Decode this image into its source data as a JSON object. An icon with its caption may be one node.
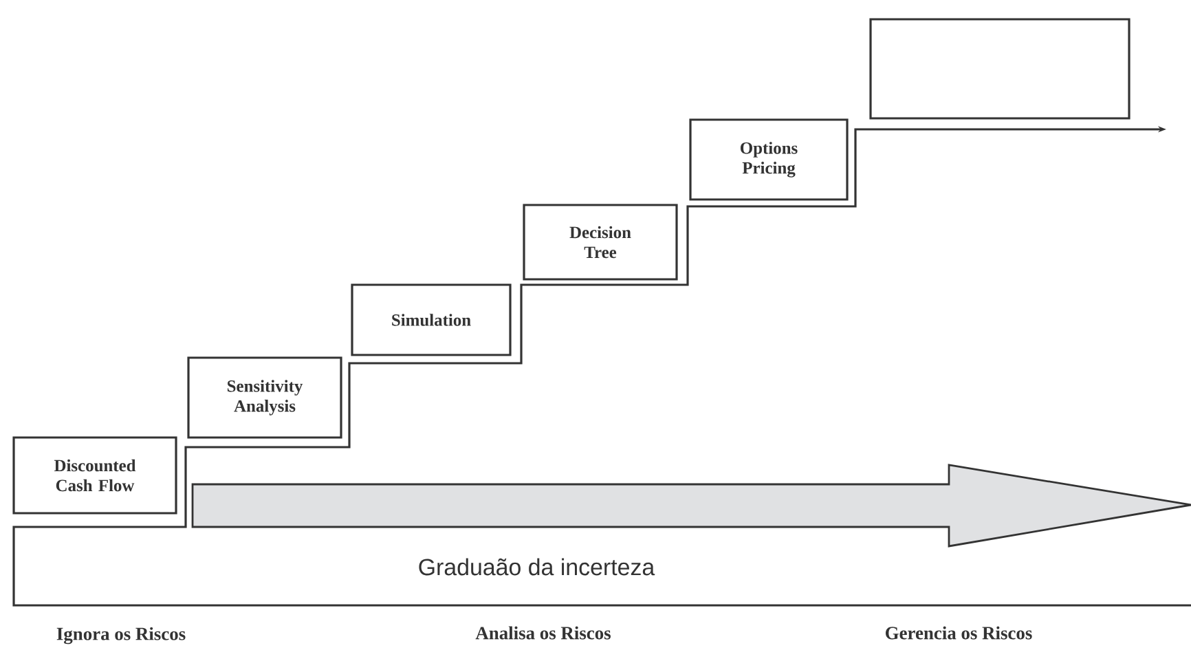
{
  "diagram": {
    "nodes": [
      {
        "text": [
          "Discounted Cash Flow"
        ]
      },
      {
        "text": [
          "Sensitivity Analysis"
        ]
      },
      {
        "text": [
          "Simulation"
        ]
      },
      {
        "text": [
          "Decision Tree"
        ]
      },
      {
        "text": [
          "Options Pricing"
        ]
      },
      {
        "text": [],
        "shape": "box"
      }
    ],
    "labels": [
      "Graduaão da incerteza",
      "Ignora os Riscos",
      "Analisa os Riscos",
      "Gerencia os Riscos"
    ]
  }
}
